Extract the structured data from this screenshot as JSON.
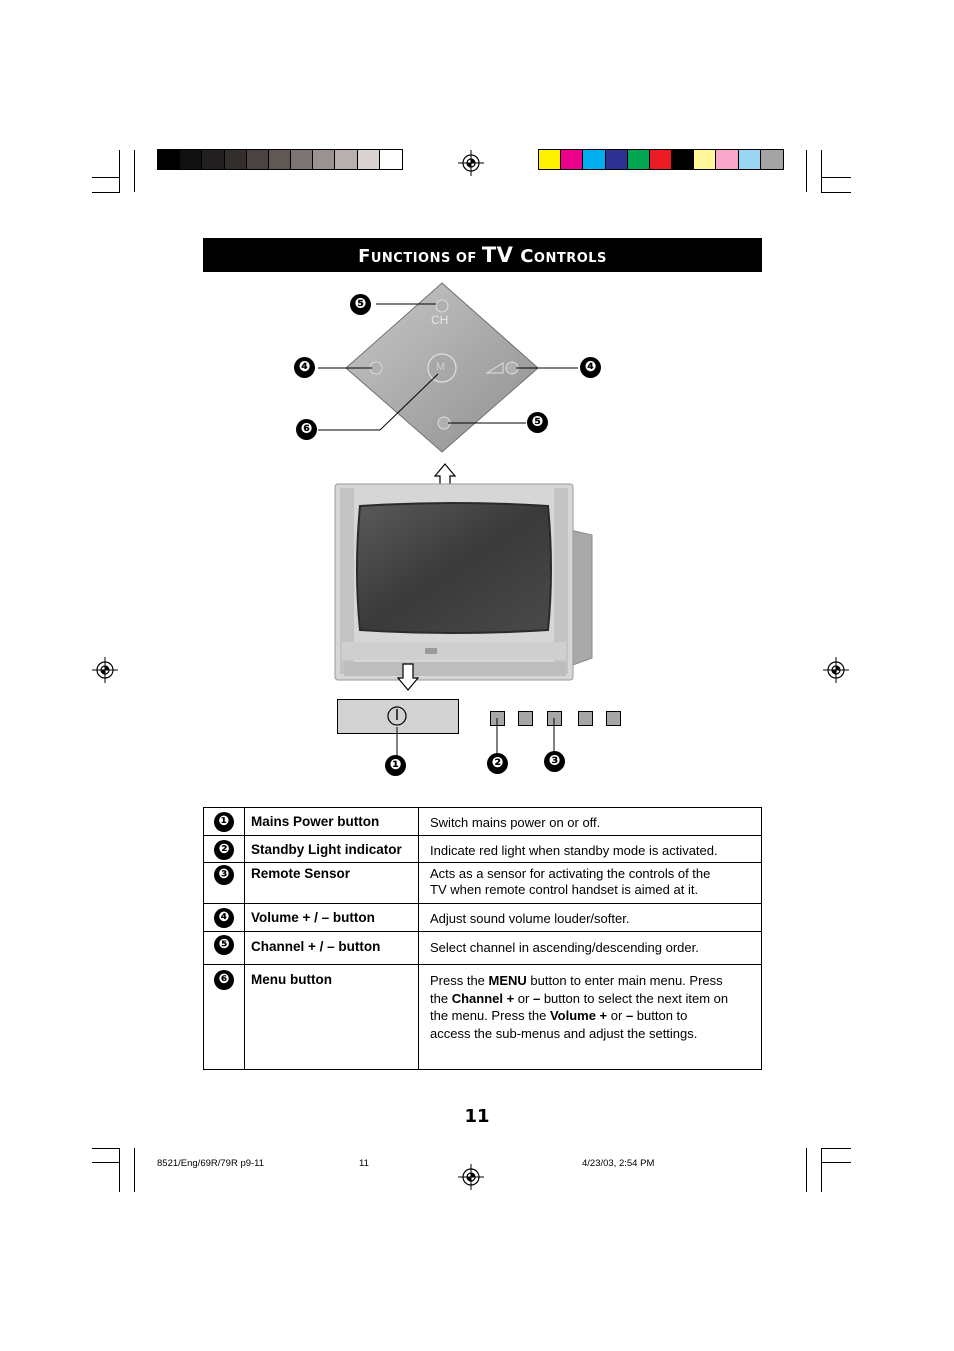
{
  "title": {
    "part1_cap": "F",
    "part1_rest": "UNCTIONS OF ",
    "part2": "TV",
    "part3_cap": " C",
    "part3_rest": "ONTROLS"
  },
  "diagram": {
    "ch_label": "CH",
    "menu_label": "M",
    "callouts": {
      "c1": "❶",
      "c2": "❷",
      "c3": "❸",
      "c4": "❹",
      "c5": "❺",
      "c6": "❻"
    }
  },
  "colors": {
    "gray_bar": [
      "#000000",
      "#111111",
      "#231f20",
      "#332d2b",
      "#4a4340",
      "#605855",
      "#7d7573",
      "#9a9290",
      "#b8b0ae",
      "#d8d2d0",
      "#ffffff"
    ],
    "color_bar": [
      "#fff200",
      "#ec008c",
      "#00aeef",
      "#2e3192",
      "#00a651",
      "#ed1c24",
      "#000000",
      "#fff799",
      "#f7a8c8",
      "#9ad7f5",
      "#a3a3a3"
    ]
  },
  "table": {
    "rows": [
      {
        "num": "❶",
        "name": "Mains Power button",
        "desc": "Switch mains power on or off."
      },
      {
        "num": "❷",
        "name": "Standby Light indicator",
        "desc": "Indicate red light when standby mode is activated."
      },
      {
        "num": "❸",
        "name": "Remote Sensor",
        "desc": "Acts as a sensor for activating the controls of the TV when remote control handset is aimed at it."
      },
      {
        "num": "❹",
        "name": "Volume + / –  button",
        "desc": "Adjust sound volume louder/softer."
      },
      {
        "num": "❺",
        "name": "Channel + / –  button",
        "desc": "Select channel in ascending/descending order."
      },
      {
        "num": "❻",
        "name": "Menu  button",
        "desc_parts": {
          "a": "Press the ",
          "b": "MENU",
          "c": " button to enter main menu. Press the ",
          "d": "Channel  +",
          "e": "  or  ",
          "f": "–",
          "g": "  button to select the next item on the menu. Press the ",
          "h": "Volume  +",
          "i": "  or  ",
          "j": "–",
          "k": "  button to access the sub-menus and adjust the settings."
        }
      }
    ]
  },
  "page_number": "11",
  "footer": {
    "left": "8521/Eng/69R/79R p9-11",
    "center": "11",
    "right": "4/23/03, 2:54 PM"
  }
}
